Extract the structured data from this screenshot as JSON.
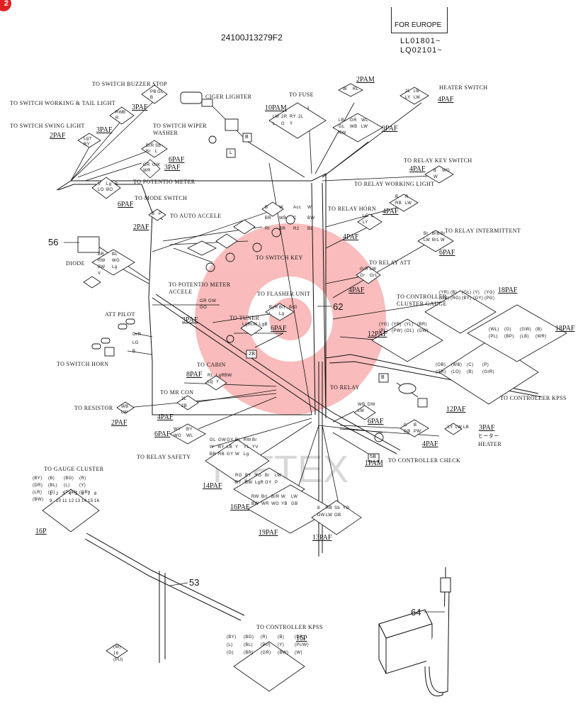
{
  "header": {
    "drawing_number": "24100J13279F2",
    "region_badge": "FOR EUROPE",
    "serial_1": "LL01801~",
    "serial_2": "LQ02101~",
    "corner_badge": "2"
  },
  "watermark": "HIFTEX",
  "part_numbers": {
    "p53": "53",
    "p56": "56",
    "p62": "62",
    "p64": "64"
  },
  "labels": {
    "switch_buzzer_stop": "TO SWITCH BUZZER STOP",
    "switch_working_tail": "TO SWITCH WORKING & TAIL LIGHT",
    "switch_swing_light": "TO SWITCH SWING LIGHT",
    "switch_wiper_washer": "TO SWITCH WIPER WASHER",
    "potentio_meter": "TO POTENTIO METER",
    "mode_switch": "TO MODE SWITCH",
    "auto_accele": "TO AUTO ACCELE",
    "cigar_lighter": "CIGER LIGHTER",
    "to_fuse": "TO FUSE",
    "heater_switch": "HEATER SWITCH",
    "relay_key_switch": "TO RELAY KEY SWITCH",
    "relay_working_light": "TO RELAY WORKING LIGHT",
    "relay_horn": "TO RELAY HORN",
    "relay_intermittent": "TO RELAY INTERMITTENT",
    "relay_att": "TO RELAY ATT",
    "controller_cluster_gauge": "TO CONTROLLER CLUSTER GAUGE",
    "switch_key": "TO SWITCH KEY",
    "diode": "DIODE",
    "potentio_meter_accele": "TO POTENTIO METER ACCELE",
    "flasher_unit": "TO FLASHER UNIT",
    "to_tuner": "TO TUNER",
    "att_pilot": "ATT PILOT",
    "switch_horn": "TO SWITCH HORN",
    "to_cabin": "TO CABIN",
    "to_mr_con": "TO MR CON",
    "to_relay": "TO RELAY",
    "to_resistor": "TO RESISTOR",
    "controller_kpss": "TO CONTROLLER KPSS",
    "relay_safety": "TO RELAY SAFETY",
    "heater_jp": "ヒーター",
    "heater": "HEATER",
    "controller_check": "TO CONTROLLER CHECK",
    "gauge_cluster": "TO GAUGE CLUSTER",
    "controller_kpss_bottom": "TO CONTROLLER KPSS"
  },
  "connectors": {
    "c3paf_a": "3PAF",
    "c3paf_b": "3PAF",
    "c2paf_a": "2PAF",
    "c6paf_a": "6PAF",
    "c3paf_c": "3PAF",
    "c6paf_b": "6PAF",
    "c2paf_b": "2PAF",
    "c10pam": "10PAM",
    "c2pam": "2PAM",
    "c9paf": "9PAF",
    "c4paf_a": "4PAF",
    "c4paf_b": "4PAF",
    "c4paf_c": "4PAF",
    "c4paf_d": "4PAF",
    "c6paf_c": "6PAF",
    "c4paf_e": "4PAF",
    "c18paf_a": "18PAF",
    "c12paf_a": "12PAF",
    "c18paf_b": "18PAF",
    "c3paf_d": "3PAF",
    "c6paf_d": "6PAF",
    "c8paf": "8PAF",
    "c4paf_f": "4PAF",
    "c2paf_c": "2PAF",
    "c6paf_e": "6PAF",
    "c12paf_b": "12PAF",
    "c6paf_f": "6PAF",
    "c3paf_e": "3PAF",
    "c4paf_g": "4PAF",
    "c1pam": "1PAM",
    "c14paf": "14PAF",
    "c16paf": "16PAF",
    "c19paf": "19PAF",
    "c13paf": "13PAF",
    "c16p_a": "16P",
    "c16p_b": "16P"
  },
  "pins": {
    "buzzer": [
      "PB",
      "GL",
      "B"
    ],
    "working": [
      "RW",
      "B",
      "R"
    ],
    "swing": [
      "LgY",
      "RY"
    ],
    "wiper": [
      "BrR",
      "Sb",
      "Br",
      "L"
    ],
    "potentio": [
      "GR",
      "GW",
      "WR"
    ],
    "mode": [
      "V",
      "Lg",
      "B",
      "LO",
      "BO"
    ],
    "auto": [
      "B",
      "P"
    ],
    "fuse": [
      "LW",
      "2R",
      "RY",
      "2L",
      "L",
      "G",
      "Y"
    ],
    "fuse_l": "L",
    "fuse_b": "B",
    "pam2": [
      "W",
      "RL"
    ],
    "pam9": [
      "LB",
      "GR",
      "WL",
      "GL",
      "WB",
      "LW",
      "RW"
    ],
    "heater": [
      "2L",
      "LB",
      "LY",
      "LW"
    ],
    "key_relay": [
      "B",
      "WG",
      "W"
    ],
    "working_relay": [
      "B",
      "R",
      "RB",
      "LW"
    ],
    "horn_relay": [
      "LG",
      "L",
      "LY"
    ],
    "inter_relay": [
      "Br",
      "BrB",
      "Br",
      "LW",
      "BrL",
      "W"
    ],
    "att_relay": [
      "GrR",
      "LW",
      "Gr",
      "GrL"
    ],
    "key": [
      "B",
      "W",
      "Acc",
      "W",
      "BR",
      "WB",
      "C",
      "BW",
      "Rt",
      "BR",
      "R2",
      "BL"
    ],
    "diode": [
      "BR",
      "BL",
      "RW",
      "WG",
      "BW",
      "Lg",
      "V"
    ],
    "accele": [
      "GR",
      "GW",
      "GO"
    ],
    "flasher": [
      "ByR",
      "Brl",
      "BrG",
      "L",
      "Lg"
    ],
    "tuner": [
      "LgR",
      "LW",
      "LgB"
    ],
    "tuner_2b": "2B",
    "att_pilot": [
      "GrR",
      "LG",
      "B"
    ],
    "cabin": [
      "RL",
      "LgR",
      "BW",
      "Lg",
      "Y"
    ],
    "mrcon": [
      "2L",
      "2B"
    ],
    "resistor": [
      "WB",
      "LW"
    ],
    "safety": [
      "WY",
      "BY",
      "WG",
      "WL"
    ],
    "relay": [
      "WB",
      "DW",
      "LW"
    ],
    "relay_b": "B",
    "relay_c": [
      "G",
      "B",
      "GB",
      "PW"
    ],
    "heater_pins": [
      "LY",
      "LW",
      "LB"
    ],
    "check": "5B",
    "p14": [
      "GL",
      "GW",
      "GY",
      "BL",
      "RW",
      "Br",
      "W",
      "BY",
      "LB",
      "Y",
      "YL",
      "YV",
      "BR",
      "RB",
      "GY",
      "W",
      "Lg"
    ],
    "p16": [
      "RG",
      "BY",
      "YG",
      "Br",
      "LW",
      "BY",
      "BW",
      "LgR",
      "GY",
      "P"
    ],
    "p19": [
      "RW",
      "Brl",
      "BrR",
      "W",
      "LW",
      "BW",
      "WR",
      "WG",
      "YB",
      "GB"
    ],
    "p13": [
      "8",
      "RB",
      "Sb",
      "YG",
      "DW",
      "LW",
      "OB"
    ],
    "c18a_top": [
      "(YR)",
      "(B)",
      "(GL)",
      "(Y)",
      "(YG)",
      "(GB)",
      "(RG)",
      "(BY)",
      "(GY)",
      "(PG)"
    ],
    "c12a": [
      "(YG)",
      "(YR)",
      "(YL)",
      "(BR)",
      "(PL)",
      "(PW)",
      "(GL)",
      "(GW)"
    ],
    "c18b_top": [
      "(WL)",
      "(G)",
      "(GW)",
      "(B)",
      "(PL)",
      "(BP)",
      "(LB)",
      "(WR)"
    ],
    "c12b": [
      "(OB)",
      "(WB)",
      "(C)",
      "(P)",
      "(GR)",
      "(LO)",
      "(B)",
      "(GrR)"
    ],
    "gauge_pins": [
      "(BY)",
      "(B)",
      "(BG)",
      "(R)",
      "(DR)",
      "(BL)",
      "(L)",
      "(Y)",
      "(LR)",
      "(G)",
      "(PuW)",
      "(GR)",
      "(BW)"
    ],
    "gauge_nums": [
      "1",
      "2",
      "3",
      "4",
      "5",
      "6",
      "7",
      "8",
      "9",
      "10",
      "11",
      "12",
      "13",
      "14",
      "15",
      "16"
    ],
    "kpss_pins": [
      "(BY)",
      "(BG)",
      "(R)",
      "(B)",
      "(DR)",
      "(L)",
      "(BL)",
      "(PU)",
      "(Y)",
      "(PUW)",
      "(G)",
      "(BR)",
      "(GR)",
      "(BW)",
      "(W)"
    ],
    "lone_pins": [
      "(W)",
      "16",
      "(PU)"
    ]
  }
}
